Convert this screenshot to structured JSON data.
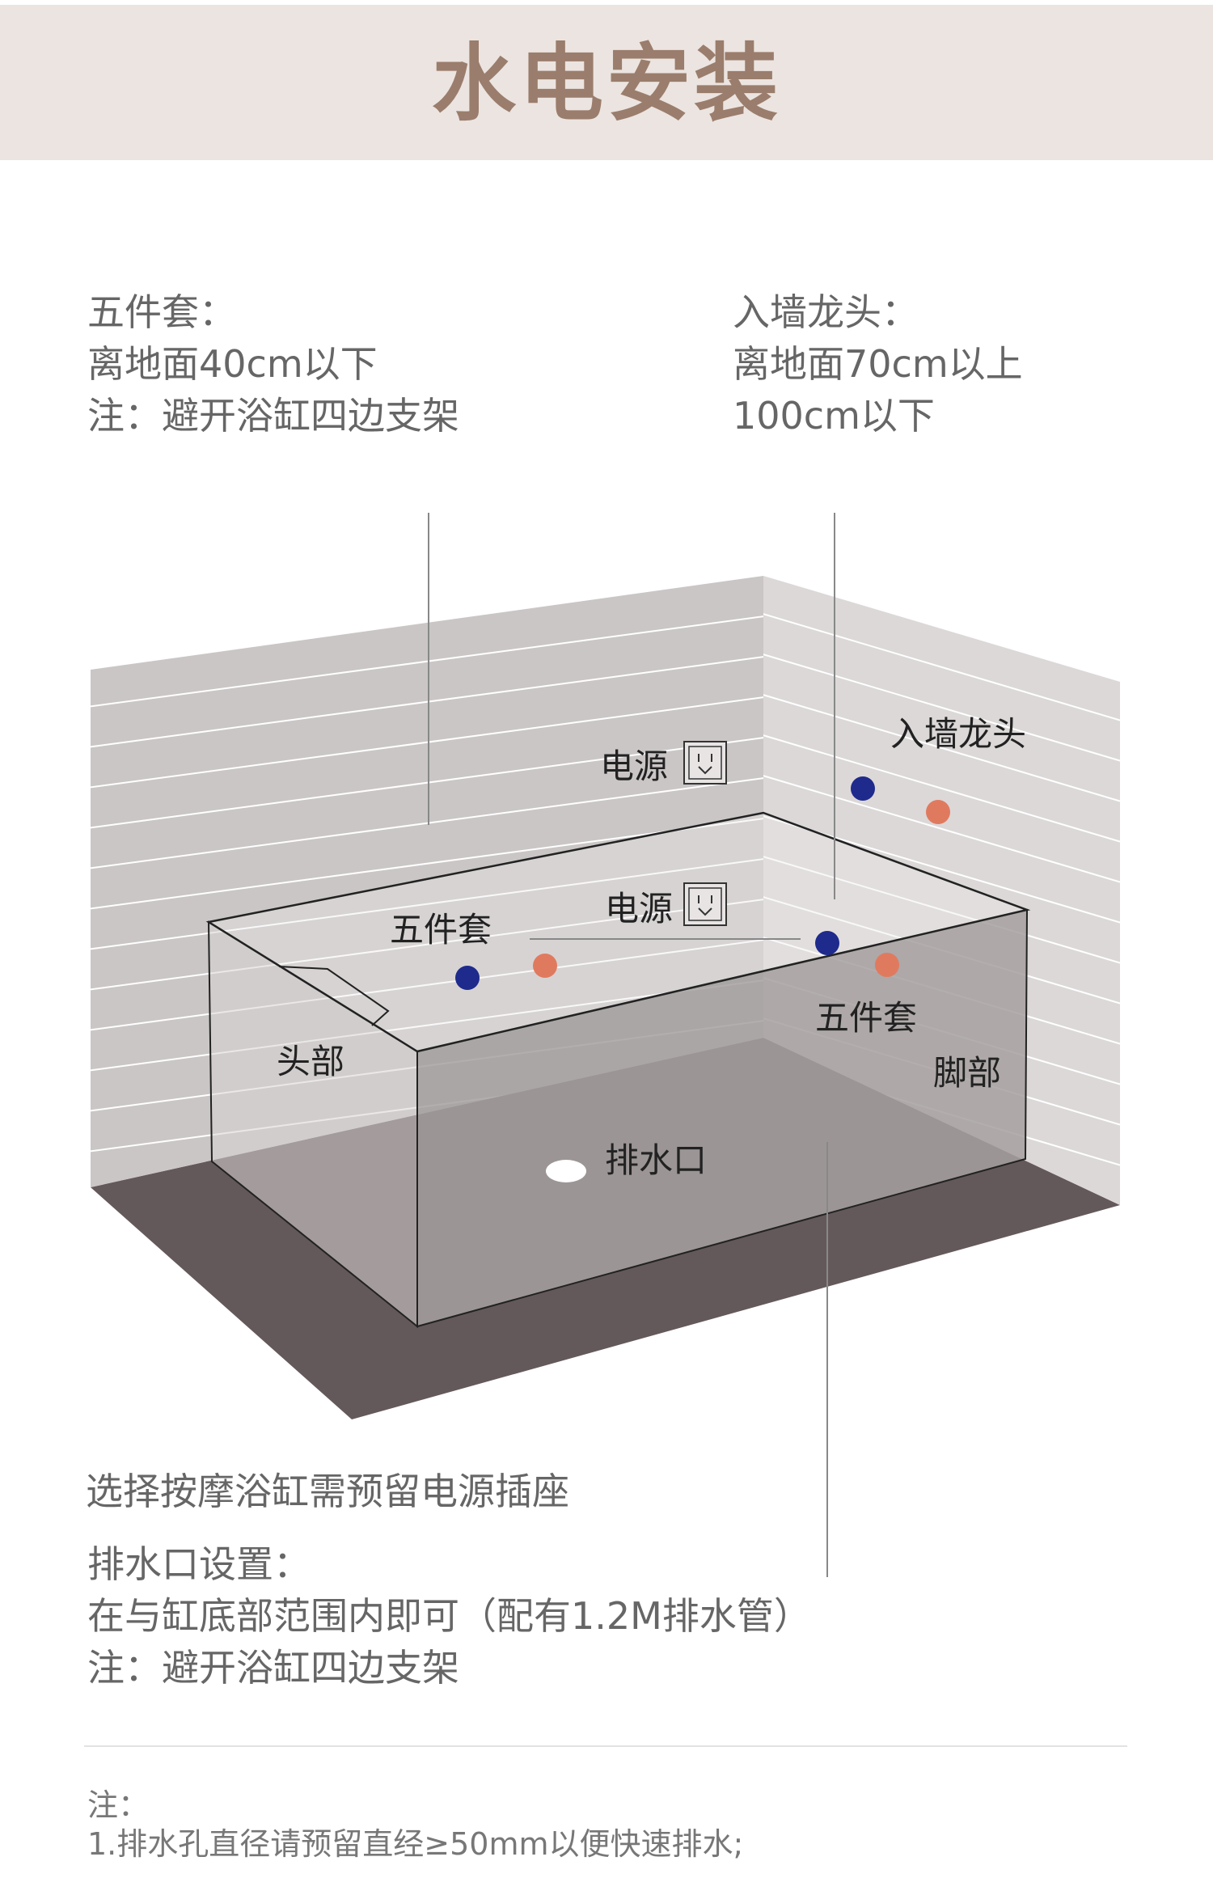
{
  "header": {
    "title": "水电安装"
  },
  "callouts": {
    "five_piece": {
      "line1": "五件套：",
      "line2": "离地面40cm以下",
      "line3": "注：避开浴缸四边支架"
    },
    "wall_faucet": {
      "line1": "入墙龙头：",
      "line2": "离地面70cm以上",
      "line3": "100cm以下"
    }
  },
  "diagram_labels": {
    "power_upper": "电源",
    "power_lower": "电源",
    "wall_faucet": "入墙龙头",
    "five_piece_left": "五件套",
    "five_piece_right": "五件套",
    "head": "头部",
    "foot": "脚部",
    "drain": "排水口"
  },
  "colors": {
    "cold": "#1e2a8c",
    "hot": "#e07a5f",
    "header_bg": "#ece4e0",
    "title": "#9a7d6c"
  },
  "bottom": {
    "line1": "选择按摩浴缸需预留电源插座",
    "drain_title": "排水口设置：",
    "drain_desc": "在与缸底部范围内即可（配有1.2M排水管）",
    "drain_note": "注：避开浴缸四边支架"
  },
  "notes": {
    "title": "注：",
    "item1": "1.排水孔直径请预留直经≥50mm以便快速排水;"
  }
}
